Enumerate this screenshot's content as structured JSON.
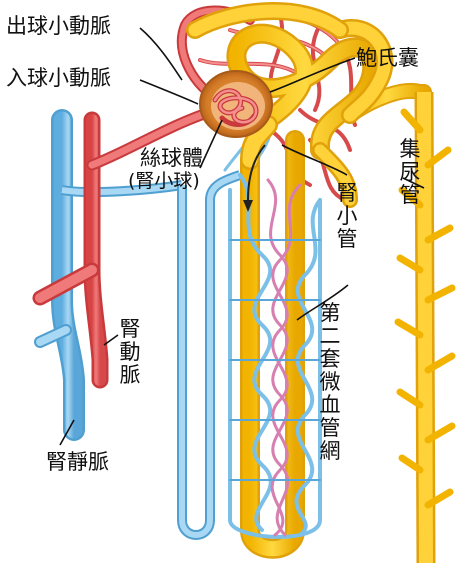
{
  "labels": {
    "efferent_arteriole": "出球小動脈",
    "afferent_arteriole": "入球小動脈",
    "bowmans_capsule": "鮑氏囊",
    "glomerulus": "絲球體",
    "glomerulus_sub": "(腎小球)",
    "renal_tubule": "腎小管",
    "collecting_duct": "集尿管",
    "renal_artery": "腎動脈",
    "second_capillary": "第二套微血管網",
    "renal_vein": "腎靜脈"
  },
  "colors": {
    "artery": "#e8585a",
    "artery_dark": "#c83a3c",
    "vein": "#7cc0e8",
    "vein_dark": "#4f9fd0",
    "tubule": "#f7c41c",
    "tubule_dark": "#e0a10a",
    "capsule": "#d98a2c",
    "capillary_mix": "#d77fb0"
  }
}
